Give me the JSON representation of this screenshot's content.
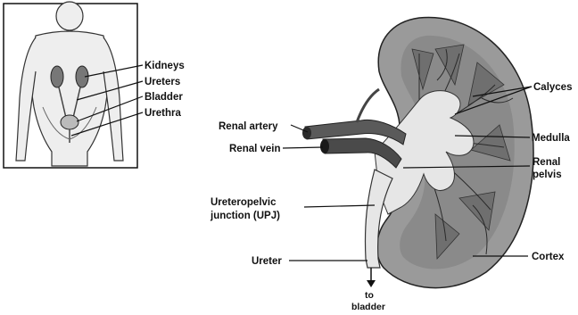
{
  "body_inset": {
    "labels": {
      "kidneys": "Kidneys",
      "ureters": "Ureters",
      "bladder": "Bladder",
      "urethra": "Urethra"
    }
  },
  "kidney_section": {
    "labels": {
      "renal_artery": "Renal artery",
      "renal_vein": "Renal vein",
      "ureteropelvic_line1": "Ureteropelvic",
      "ureteropelvic_line2": "junction (UPJ)",
      "ureter": "Ureter",
      "calyces": "Calyces",
      "medulla": "Medulla",
      "renal_pelvis_line1": "Renal",
      "renal_pelvis_line2": "pelvis",
      "cortex": "Cortex",
      "to_bladder_line1": "to",
      "to_bladder_line2": "bladder"
    }
  },
  "colors": {
    "outline": "#111111",
    "cortex": "#9a9a9a",
    "medulla": "#6f6f6f",
    "pelvis": "#e6e6e6",
    "vessel": "#5a5a5a",
    "figure_fill": "#eeeeee"
  }
}
